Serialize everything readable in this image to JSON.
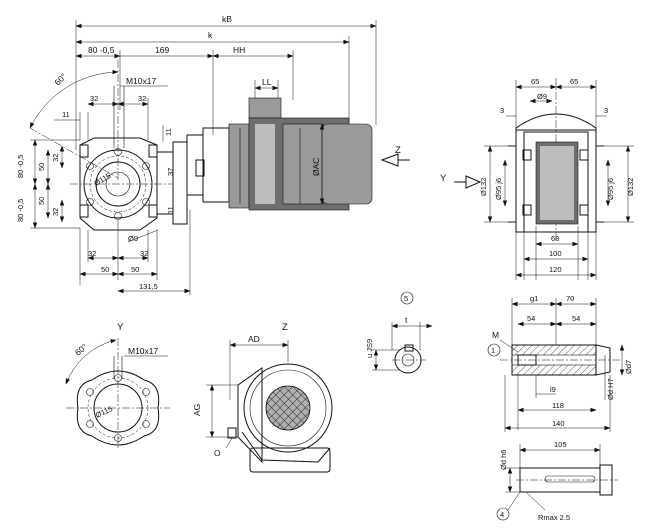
{
  "views": {
    "top": {
      "kB": "kB",
      "k": "k",
      "d80": "80 -0,5",
      "d169": "169",
      "HH": "HH",
      "LL": "LL",
      "angle": "60°",
      "thread": "M10x17",
      "d11a": "11",
      "d32a": "32",
      "d32b": "32",
      "d11b": "11",
      "d50a": "50",
      "d50b": "50",
      "d32c": "32",
      "d32d": "32",
      "d80a": "80 -0,5",
      "d80b": "80 -0,5",
      "d37": "37",
      "d11c": "11",
      "dia115": "Ø115",
      "dia9": "Ø9",
      "d32e": "32",
      "d32f": "32",
      "d50c": "50",
      "d50d": "50",
      "d1315": "131,5",
      "AC": "ØAC",
      "zArrow": "Z"
    },
    "side": {
      "d65a": "65",
      "d65b": "65",
      "dia9": "Ø9",
      "d3a": "3",
      "d3b": "3",
      "yArrow": "Y",
      "dia132a": "Ø132",
      "dia95a": "Ø95 j6",
      "dia95b": "Ø95 j6",
      "dia132b": "Ø132",
      "d68": "68",
      "d100": "100",
      "d120": "120"
    },
    "flangeY": {
      "label": "Y",
      "angle": "60°",
      "thread": "M10x17",
      "dia115": "Ø115"
    },
    "viewZ": {
      "label": "Z",
      "AD": "AD",
      "AG": "AG",
      "O": "O"
    },
    "keyway": {
      "badge": "5",
      "t": "t",
      "js9": "u JS9"
    },
    "shaft": {
      "g1": "g1",
      "d70": "70",
      "d54a": "54",
      "d54b": "54",
      "M": "M",
      "badge": "1",
      "d7": "Ød7",
      "dH7": "Ød H7",
      "l9": "l9",
      "d118": "118",
      "d140": "140"
    },
    "solidShaft": {
      "d105": "105",
      "dh6": "Ød h6",
      "badge": "4",
      "rmax": "Rmax 2.5"
    }
  }
}
